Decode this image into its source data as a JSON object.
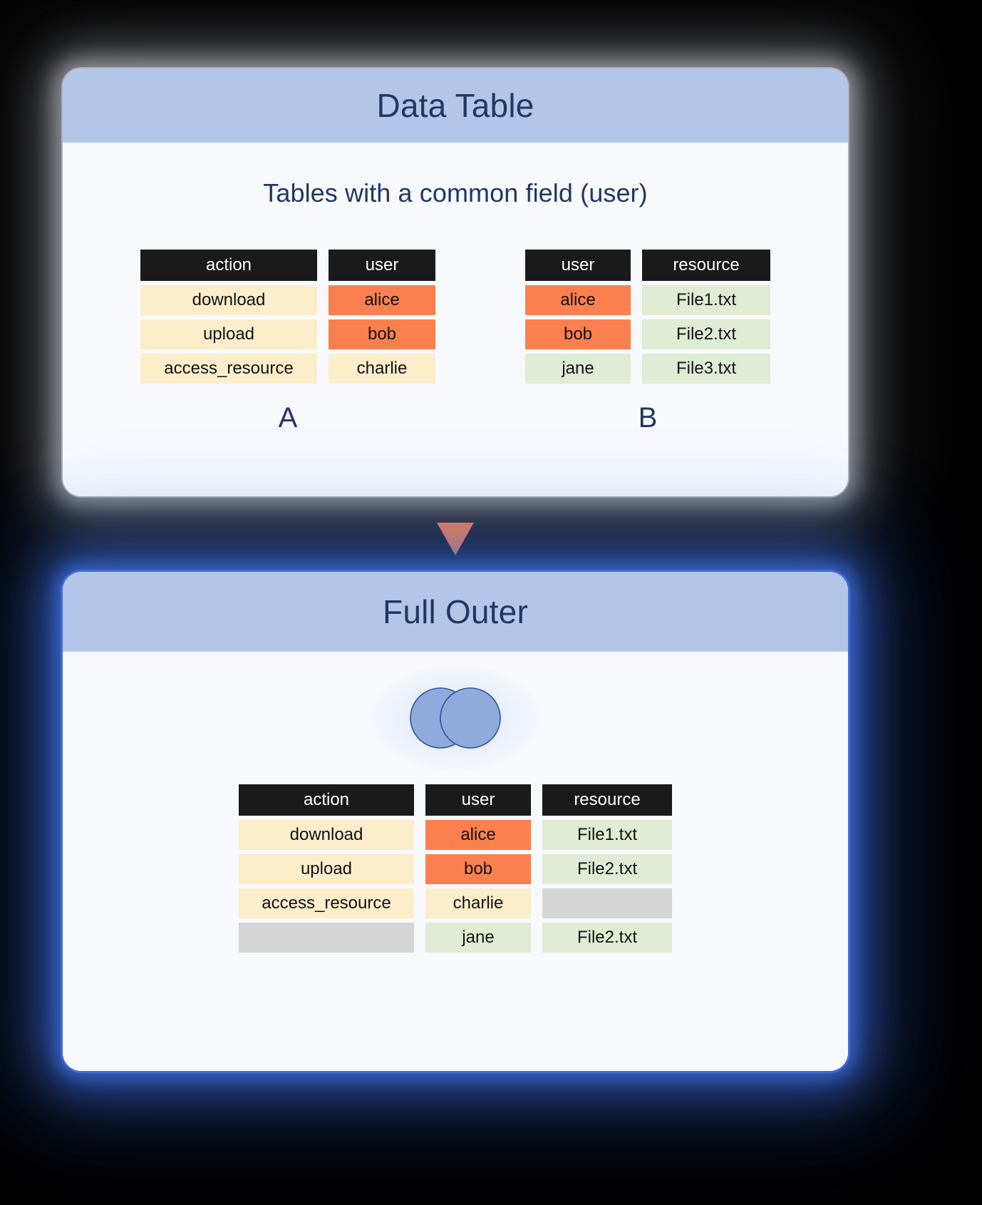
{
  "background_color": "#000000",
  "accent_colors": {
    "panel_header": "#b3c6e7",
    "title_text": "#1f3864",
    "header_cell": "#1a1a1a",
    "yellow_cell": "#fceecb",
    "orange_cell": "#fc7f4f",
    "green_cell": "#e0ecd4",
    "gray_cell": "#d5d5d5",
    "arrow": "#fc7f4f",
    "venn_fill": "#8faadc",
    "venn_stroke": "#2f5597",
    "glow_blue": "#3a66d2"
  },
  "top_panel": {
    "title": "Data Table",
    "subtitle": "Tables with a common field (user)",
    "table_a": {
      "label": "A",
      "columns": [
        {
          "header": "action",
          "cells": [
            {
              "value": "download",
              "style": "yellow"
            },
            {
              "value": "upload",
              "style": "yellow"
            },
            {
              "value": "access_resource",
              "style": "yellow"
            }
          ]
        },
        {
          "header": "user",
          "cells": [
            {
              "value": "alice",
              "style": "orange"
            },
            {
              "value": "bob",
              "style": "orange"
            },
            {
              "value": "charlie",
              "style": "yellow"
            }
          ]
        }
      ]
    },
    "table_b": {
      "label": "B",
      "columns": [
        {
          "header": "user",
          "cells": [
            {
              "value": "alice",
              "style": "orange"
            },
            {
              "value": "bob",
              "style": "orange"
            },
            {
              "value": "jane",
              "style": "green"
            }
          ]
        },
        {
          "header": "resource",
          "cells": [
            {
              "value": "File1.txt",
              "style": "green"
            },
            {
              "value": "File2.txt",
              "style": "green"
            },
            {
              "value": "File3.txt",
              "style": "green"
            }
          ]
        }
      ]
    }
  },
  "arrow": {
    "icon": "triangle-down-icon",
    "color": "#fc7f4f"
  },
  "bottom_panel": {
    "title": "Full Outer",
    "venn": {
      "icon": "venn-full-outer-icon",
      "left_circle_filled": true,
      "right_circle_filled": true,
      "intersection_filled": true
    },
    "result_table": {
      "columns": [
        {
          "header": "action",
          "cells": [
            {
              "value": "download",
              "style": "yellow"
            },
            {
              "value": "upload",
              "style": "yellow"
            },
            {
              "value": "access_resource",
              "style": "yellow"
            },
            {
              "value": "",
              "style": "gray"
            }
          ]
        },
        {
          "header": "user",
          "cells": [
            {
              "value": "alice",
              "style": "orange"
            },
            {
              "value": "bob",
              "style": "orange"
            },
            {
              "value": "charlie",
              "style": "yellow"
            },
            {
              "value": "jane",
              "style": "green"
            }
          ]
        },
        {
          "header": "resource",
          "cells": [
            {
              "value": "File1.txt",
              "style": "green"
            },
            {
              "value": "File2.txt",
              "style": "green"
            },
            {
              "value": "",
              "style": "gray"
            },
            {
              "value": "File2.txt",
              "style": "green"
            }
          ]
        }
      ]
    }
  }
}
